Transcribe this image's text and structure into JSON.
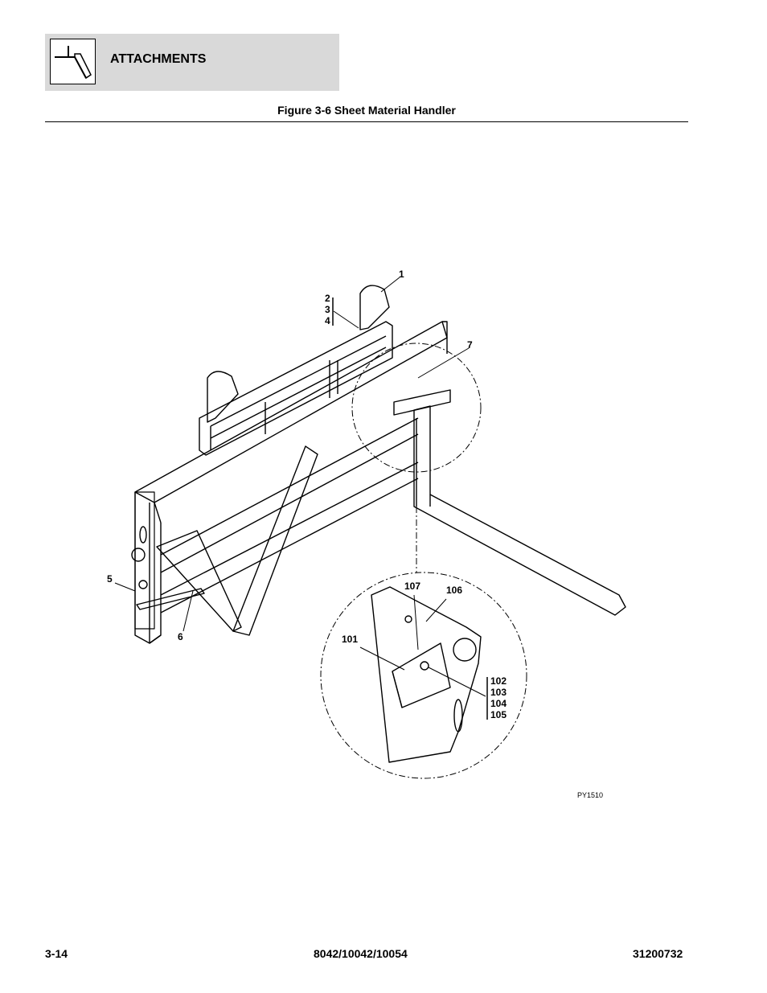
{
  "header": {
    "section_title": "ATTACHMENTS",
    "icon": "attachment-hook-icon"
  },
  "figure": {
    "title": "Figure 3-6 Sheet Material Handler",
    "code": "PY1510",
    "callouts": {
      "c1": "1",
      "c2": "2",
      "c3": "3",
      "c4": "4",
      "c5": "5",
      "c6": "6",
      "c7": "7",
      "c101": "101",
      "c102": "102",
      "c103": "103",
      "c104": "104",
      "c105": "105",
      "c106": "106",
      "c107": "107"
    }
  },
  "footer": {
    "page_number": "3-14",
    "models": "8042/10042/10054",
    "manual_number": "31200732"
  }
}
